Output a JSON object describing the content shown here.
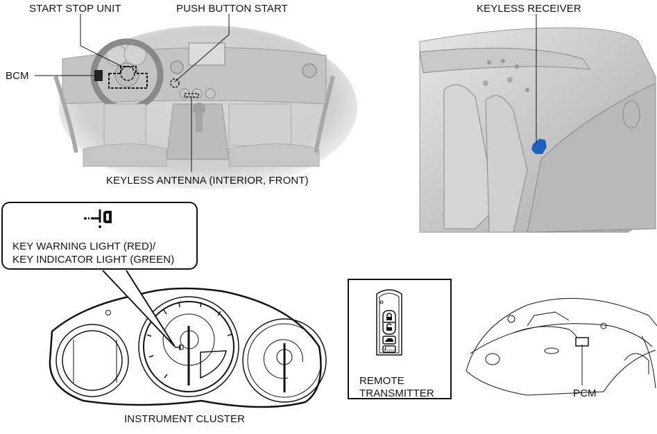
{
  "figure": {
    "panels": [
      {
        "id": "interior",
        "labels": {
          "start_stop_unit": "START STOP UNIT",
          "push_button_start": "PUSH BUTTON START",
          "bcm": "BCM",
          "keyless_antenna": "KEYLESS ANTENNA (INTERIOR, FRONT)"
        }
      },
      {
        "id": "rear",
        "labels": {
          "keyless_receiver": "KEYLESS RECEIVER"
        },
        "highlight_color": "#1f5fbf"
      },
      {
        "id": "cluster",
        "callout": {
          "icon": "key-warning-icon",
          "line1": "KEY WARNING LIGHT (RED)/",
          "line2": "KEY INDICATOR LIGHT (GREEN)"
        },
        "labels": {
          "instrument_cluster": "INSTRUMENT CLUSTER"
        }
      },
      {
        "id": "transmitter",
        "labels": {
          "line1": "REMOTE",
          "line2": "TRANSMITTER"
        },
        "buttons": [
          "lock-icon",
          "unlock-icon",
          "trunk-icon",
          "panic-hold-icon"
        ],
        "hold_text": "HOLD"
      },
      {
        "id": "engine_bay",
        "labels": {
          "pcm": "PCM"
        }
      }
    ]
  }
}
